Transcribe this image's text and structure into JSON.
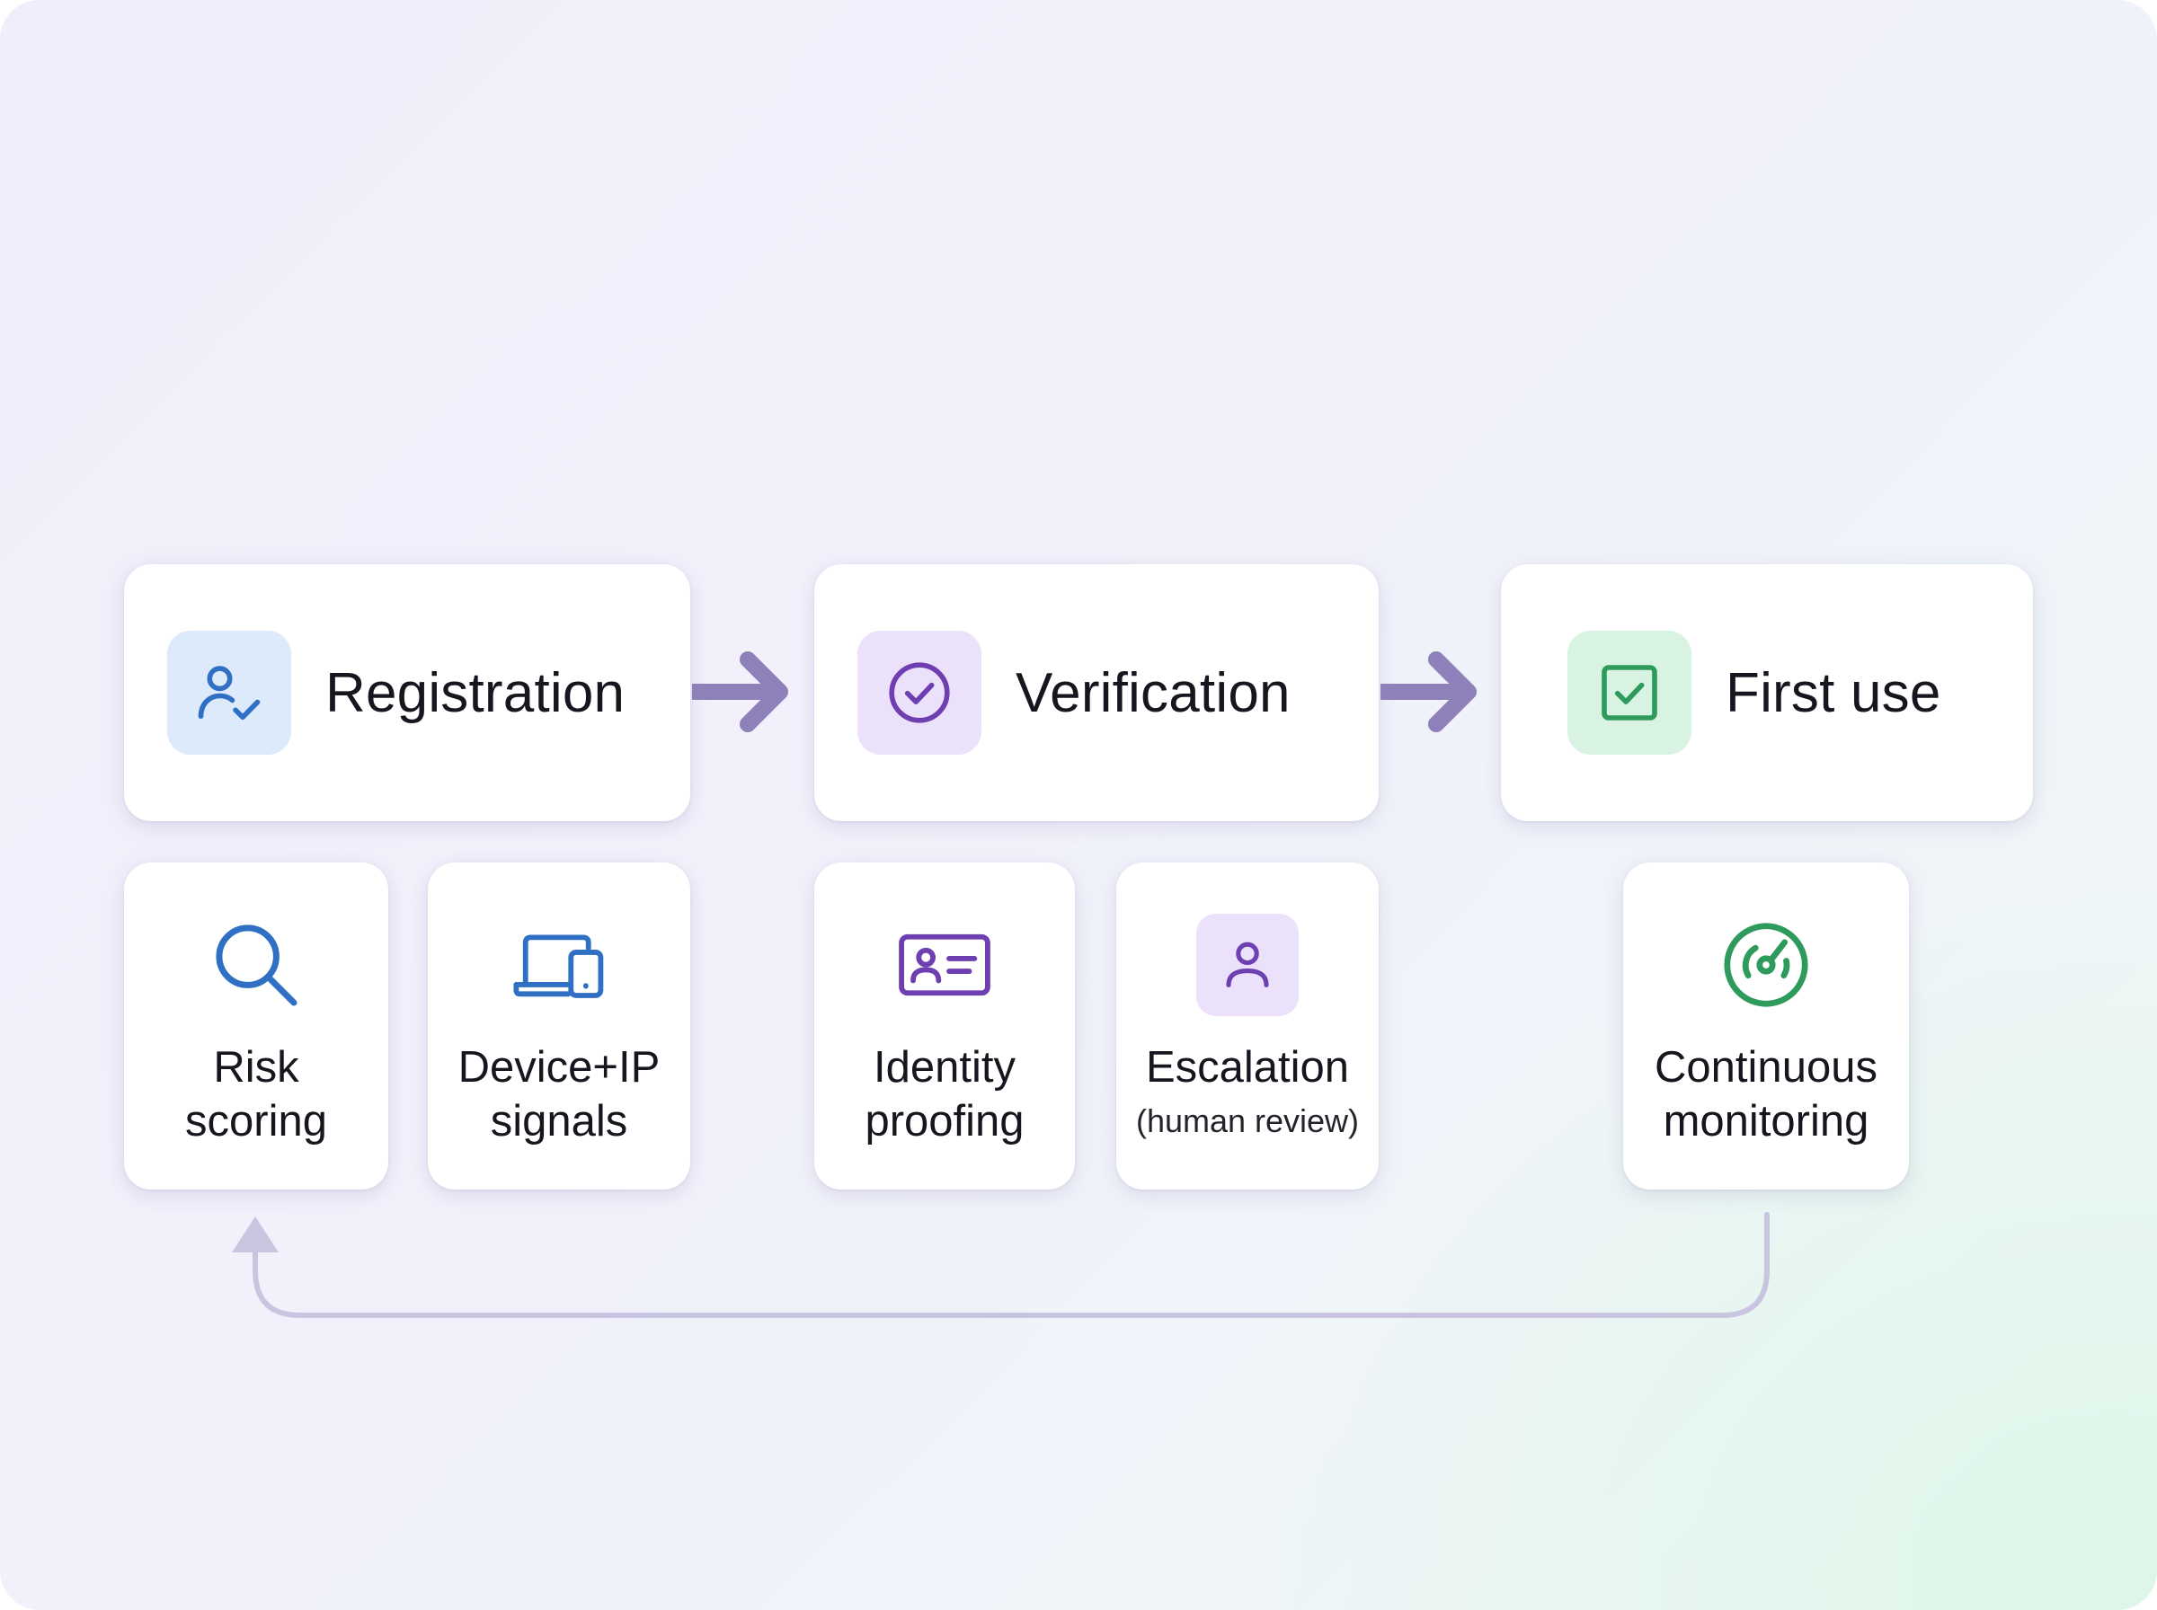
{
  "stages": [
    {
      "label": "Registration",
      "icon": "user-check-icon",
      "color": "#2f6fc4",
      "tile": "#ddeafb"
    },
    {
      "label": "Verification",
      "icon": "check-circle-icon",
      "color": "#6d3fb0",
      "tile": "#ece1fa"
    },
    {
      "label": "First use",
      "icon": "check-square-icon",
      "color": "#2e9a5b",
      "tile": "#d9f3e3"
    }
  ],
  "substeps": {
    "risk": {
      "line1": "Risk",
      "line2": "scoring",
      "icon": "search-icon",
      "color": "#2f6fc4"
    },
    "device": {
      "line1": "Device+IP",
      "line2": "signals",
      "icon": "devices-icon",
      "color": "#2f6fc4"
    },
    "identity": {
      "line1": "Identity",
      "line2": "proofing",
      "icon": "id-card-icon",
      "color": "#6d3fb0"
    },
    "escalation": {
      "line1": "Escalation",
      "line2": "(human review)",
      "icon": "user-icon",
      "color": "#6d3fb0",
      "tile": "#ece1fa"
    },
    "monitoring": {
      "line1": "Continuous",
      "line2": "monitoring",
      "icon": "radar-gauge-icon",
      "color": "#2e9a5b"
    }
  },
  "connectors": {
    "arrow_color": "#8e80b8",
    "loop_color": "#c9c5e0"
  }
}
